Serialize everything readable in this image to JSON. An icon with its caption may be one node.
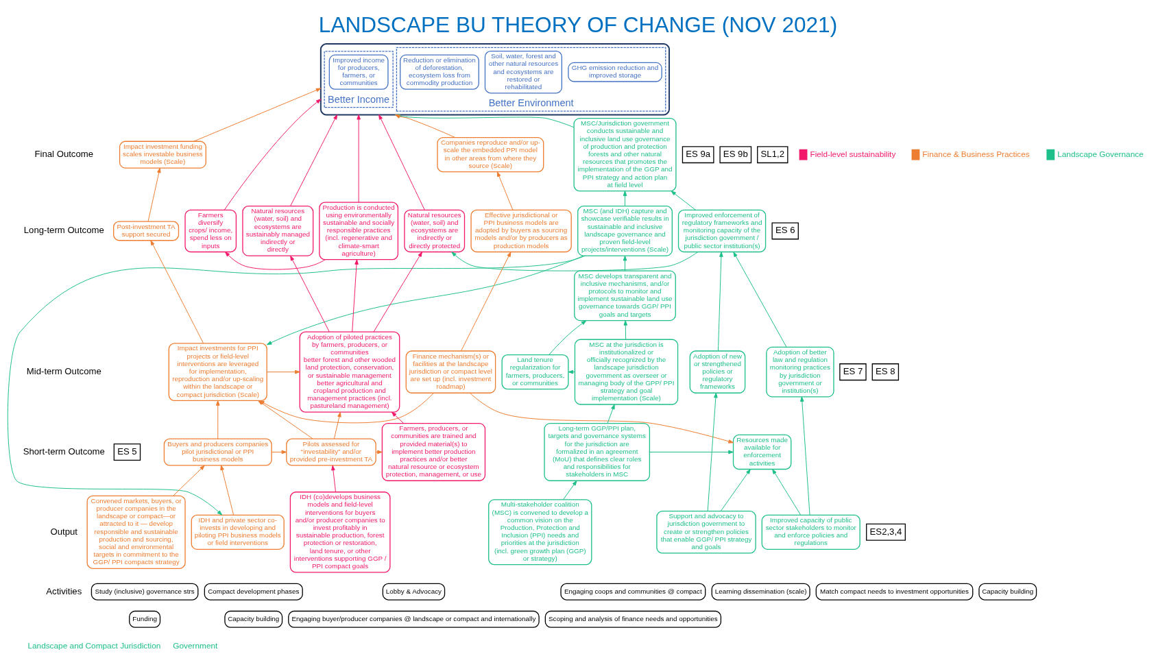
{
  "diagram": {
    "title": "LANDSCAPE BU THEORY OF CHANGE (NOV 2021)",
    "nodes": [
      {
        "text": [],
        "shape": "box"
      },
      {
        "text": [
          "Better Environment"
        ],
        "in": 0
      },
      {
        "text": [
          "GHG emission reduction and improved storage"
        ],
        "in": 1
      },
      {
        "text": [
          "Soil, water, forest and other natural resources and ecosystems are restored or rehabilitated"
        ],
        "in": 1
      },
      {
        "text": [
          "Reduction or elimination of deforestation, ecosystem loss from commodity production"
        ],
        "in": 1
      },
      {
        "text": [
          "Better Income"
        ],
        "in": 0
      },
      {
        "text": [
          "Improved income for producers, farmers, or communities"
        ],
        "in": 5
      },
      {
        "text": [
          "ES 9a"
        ]
      },
      {
        "text": [
          "MSC/Jurisdiction government conducts sustainable and inclusive land use governance of production and protection forests and other natural resources that promotes the implementation of the GGP and PPI strategy and action plan at field level"
        ]
      },
      {
        "text": [
          "ES 9b"
        ]
      },
      {
        "text": [
          "Companies reproduce and/or up-scale the embedded PPI model in other areas from where they source (Scale)"
        ]
      },
      {
        "text": [
          "Impact investment funding scales investable business models (Scale)"
        ]
      },
      {
        "text": [
          "SL1,2"
        ]
      },
      {
        "text": [
          "MSC (and IDH) capture and showcase verifiable results in sustainable and inclusive landscape governance and proven field-level projects/interventions (Scale)"
        ]
      },
      {
        "text": [
          "Improved enforcement of regulatory frameworks and monitoring capacity of the jurisdiction government / public sector institution(s)"
        ]
      },
      {
        "text": [
          "Effective jurisdictional or PPI business models are adopted by buyers as sourcing models and/or by producers as production models"
        ]
      },
      {
        "text": [
          "Post-investment TA support secured"
        ]
      },
      {
        "text": [
          "Natural resources (water, soil) and ecosystems are indirectly or directly protected"
        ]
      },
      {
        "text": [
          "Natural resources (water, soil) and ecosystems are sustainably managed indirectly or directly"
        ]
      },
      {
        "text": [
          "Production is conducted using environmentally sustainable and socially responsible practices (incl. regenerative and climate-smart agriculture)"
        ]
      },
      {
        "text": [
          "Farmers diversify crops/ income, spend less on inputs"
        ]
      },
      {
        "text": [
          "MSC develops transparent and inclusive mechanisms, and/or protocols to monitor and implement sustainable land use governance towards GGP/ PPI goals and targets"
        ]
      },
      {
        "text": [
          "ES 6"
        ]
      },
      {
        "text": [
          "MSC at the jurisdiction is institutionalized or officially recognized by the landscape jurisdiction government as overseer or managing body of the GPP/ PPI strategy and goal implementation (Scale)"
        ]
      },
      {
        "text": [
          "Land tenure regularization for farmers, producers, or communities"
        ]
      },
      {
        "text": [
          "Adoption of new or strengthened policies or regulatory frameworks"
        ]
      },
      {
        "text": [
          "Adoption of better law and regulation monitoring practices by jurisdiction government or institution(s)"
        ]
      },
      {
        "text": [
          "Finance mechanism(s) or facilities at the landscape jurisdiction or compact level are set up (incl. investment roadmap)"
        ]
      },
      {
        "text": [
          "Impact investments for PPI projects or field-level interventions are leveraged for implementation, reproduction and/or up-scaling within the landscape or compact jurisdiction (Scale)"
        ]
      },
      {
        "text": [
          "Adoption of piloted practices by farmers, producers, or communities",
          "better forest and other wooded land protection, conservation, or sustainable management",
          "better agricultural and cropland production and management practices (incl. pastureland management)"
        ]
      },
      {
        "text": [
          "ES 5"
        ]
      },
      {
        "text": [
          "ES 7"
        ]
      },
      {
        "text": [
          "ES 8"
        ]
      },
      {
        "text": [
          "Resources made available for enforcement activities"
        ]
      },
      {
        "text": [
          "Long-term GGP/PPI plan, targets and governance systems for the jurisdiction are formalized in an agreement (MoU) that defines clear roles and responsibilities for stakeholders in MSC"
        ]
      },
      {
        "text": [
          "Buyers and producers companies pilot jurisdictional or PPI business models"
        ]
      },
      {
        "text": [
          "Pilots assessed for “investability” and/or provided pre-investment TA"
        ]
      },
      {
        "text": [
          "Farmers, producers, or communities are trained and provided material(s) to implement better production practices and/or better natural resource or ecosystem protection, management, or use"
        ]
      },
      {
        "text": [
          "Multi-stakeholder coalition (MSC) is convened to develop a common vision on the Production, Protection and Inclusion (PPI) needs and priorities at the jurisdiction (incl. green growth plan (GGP) or strategy)"
        ]
      },
      {
        "text": [
          "ES2,3,4"
        ]
      },
      {
        "text": [
          "Support and advocacy to jurisdiction government to create or strengthen policies that enable GGP/ PPI strategy and goals"
        ]
      },
      {
        "text": [
          "Improved capacity of public sector stakeholders to monitor and enforce policies and regulations"
        ]
      },
      {
        "text": [
          "IDH and private sector co-invests in developing and piloting PPI business models or field interventions"
        ]
      },
      {
        "text": [
          "Convened markets, buyers, or producer companies in the landscape or compact—or attracted to it — develop responsible and sustainable production and sourcing, social and environmental targets in commitment to the GGP/ PPI compacts strategy"
        ]
      },
      {
        "text": [
          "IDH (co)develops business models and field-level interventions for buyers and/or producer companies to invest profitably in sustainable production, forest protection or restoration, land tenure, or other interventions supporting GGP / PPI compact goals"
        ]
      },
      {
        "text": [
          "Study (inclusive) governance strs"
        ]
      },
      {
        "text": [
          "Compact development phases"
        ]
      },
      {
        "text": [
          "Lobby & Advocacy"
        ]
      },
      {
        "text": [
          "Engaging coops and communities @ compact"
        ]
      },
      {
        "text": [
          "Learning dissemination (scale)"
        ]
      },
      {
        "text": [
          "Match compact needs to investment opportunities"
        ]
      },
      {
        "text": [
          "Capacity building"
        ]
      },
      {
        "text": [
          "Funding"
        ]
      },
      {
        "text": [
          "Capacity building"
        ]
      },
      {
        "text": [
          "Engaging buyer/producer companies @ landscape or compact and internationally"
        ]
      },
      {
        "text": [
          "Scoping and analysis of finance needs and opportunities"
        ]
      }
    ],
    "edges": [
      {
        "from": 8,
        "to": 0,
        "arrow": "to"
      },
      {
        "from": 13,
        "to": 8,
        "arrow": "to"
      },
      {
        "from": 14,
        "to": 8,
        "arrow": "to"
      },
      {
        "from": 21,
        "to": 13,
        "arrow": "to"
      },
      {
        "from": 23,
        "to": 21,
        "arrow": "to"
      },
      {
        "from": 24,
        "to": 21,
        "arrow": "to"
      },
      {
        "from": 23,
        "to": 24,
        "arrow": "to"
      },
      {
        "from": 34,
        "to": 23,
        "arrow": "to"
      },
      {
        "from": 38,
        "to": 34,
        "arrow": "to"
      },
      {
        "from": 25,
        "to": 14,
        "arrow": "to"
      },
      {
        "from": 26,
        "to": 14,
        "arrow": "to"
      },
      {
        "from": 40,
        "to": 25,
        "arrow": "to"
      },
      {
        "from": 40,
        "to": 33,
        "arrow": "to"
      },
      {
        "from": 34,
        "to": 33,
        "arrow": "to"
      },
      {
        "from": 41,
        "to": 26,
        "arrow": "to"
      },
      {
        "from": 41,
        "to": 33,
        "arrow": "to"
      },
      {
        "from": 13,
        "to": 28,
        "arrow": "to"
      },
      {
        "from": 13,
        "to": 42,
        "arrow": "to"
      },
      {
        "from": 14,
        "to": 17,
        "arrow": "to"
      },
      {
        "from": 10,
        "to": 0,
        "arrow": "to",
        "color": "#ed7d31"
      },
      {
        "from": 11,
        "to": 0,
        "arrow": "to",
        "color": "#ed7d31"
      },
      {
        "from": 15,
        "to": 10,
        "arrow": "to",
        "color": "#ed7d31"
      },
      {
        "from": 16,
        "to": 11,
        "arrow": "to",
        "color": "#ed7d31"
      },
      {
        "from": 27,
        "to": 15,
        "arrow": "to",
        "color": "#ed7d31"
      },
      {
        "from": 27,
        "to": 28,
        "arrow": "to",
        "color": "#ed7d31"
      },
      {
        "from": 28,
        "to": 16,
        "arrow": "to",
        "color": "#ed7d31"
      },
      {
        "from": 28,
        "to": 29,
        "arrow": "to",
        "color": "#ed7d31"
      },
      {
        "from": 35,
        "to": 36,
        "arrow": "to",
        "color": "#ed7d31"
      },
      {
        "from": 35,
        "to": 28,
        "arrow": "to",
        "color": "#ed7d31"
      },
      {
        "from": 36,
        "to": 28,
        "arrow": "to",
        "color": "#ed7d31"
      },
      {
        "from": 36,
        "to": 37,
        "arrow": "to",
        "color": "#ed7d31"
      },
      {
        "from": 36,
        "to": 29,
        "arrow": "to",
        "color": "#ed7d31"
      },
      {
        "from": 42,
        "to": 35,
        "arrow": "to",
        "color": "#ed7d31"
      },
      {
        "from": 43,
        "to": 35,
        "arrow": "to",
        "color": "#ed7d31"
      },
      {
        "from": 27,
        "to": 33,
        "arrow": "to",
        "color": "#ed7d31"
      },
      {
        "from": 44,
        "to": 36,
        "arrow": "to",
        "color": "#f2196a"
      },
      {
        "from": 37,
        "to": 29,
        "arrow": "to",
        "color": "#f2196a"
      },
      {
        "from": 29,
        "to": 17,
        "arrow": "to",
        "color": "#f2196a"
      },
      {
        "from": 29,
        "to": 18,
        "arrow": "to",
        "color": "#f2196a"
      },
      {
        "from": 29,
        "to": 19,
        "arrow": "to",
        "color": "#f2196a"
      },
      {
        "from": 19,
        "to": 20,
        "arrow": "to",
        "color": "#f2196a"
      },
      {
        "from": 17,
        "to": 0,
        "arrow": "to",
        "color": "#f2196a"
      },
      {
        "from": 18,
        "to": 0,
        "arrow": "to",
        "color": "#f2196a"
      },
      {
        "from": 19,
        "to": 0,
        "arrow": "to",
        "color": "#f2196a"
      },
      {
        "from": 20,
        "to": 0,
        "arrow": "to",
        "color": "#f2196a"
      }
    ],
    "labels": [
      "Final Outcome",
      "Long-term Outcome",
      "Mid-term Outcome",
      "Short-term Outcome",
      "Output",
      "Activities",
      "Landscape and Compact Jurisdiction",
      "Government"
    ],
    "legend": [
      {
        "text": "Field-level sustainability",
        "color": "#f2196a"
      },
      {
        "text": "Finance & Business Practices",
        "color": "#ed7d31"
      },
      {
        "text": "Landscape Governance",
        "color": "#1dbf8a"
      }
    ]
  }
}
